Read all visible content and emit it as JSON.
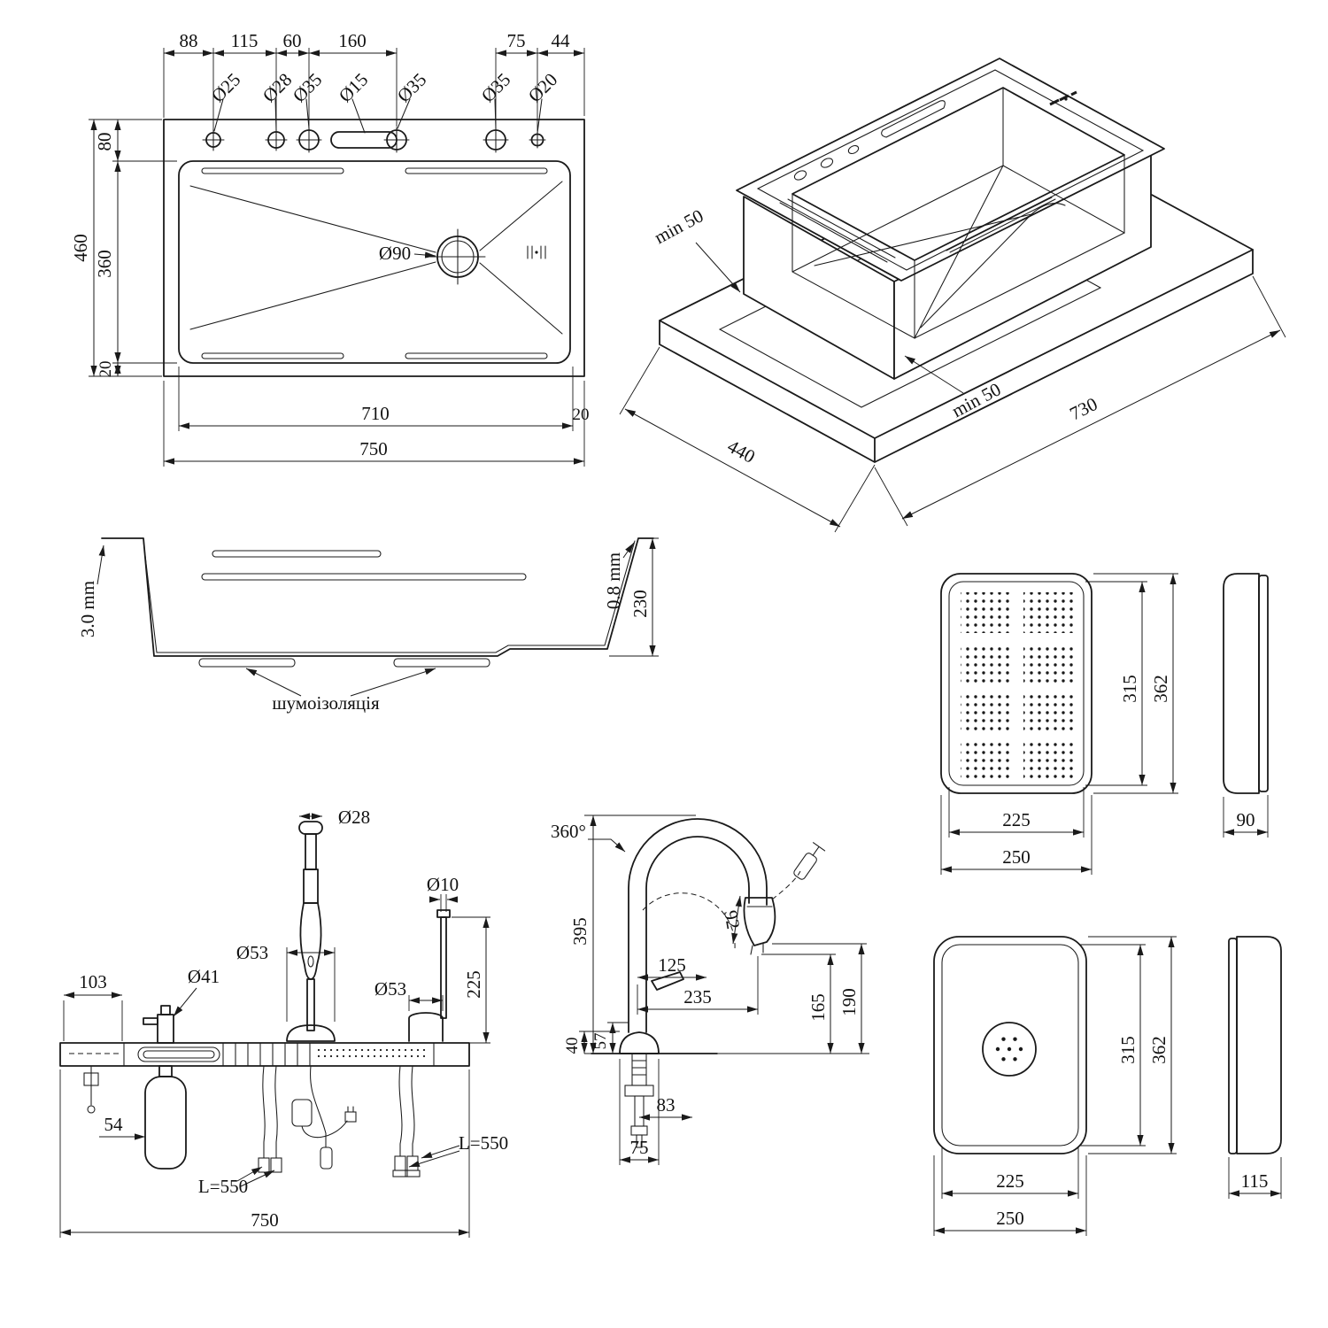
{
  "drawing": {
    "background": "#ffffff",
    "line_color": "#1a1a1a"
  },
  "top_view": {
    "spacing_dims": [
      "88",
      "115",
      "60",
      "160",
      "75",
      "44"
    ],
    "hole_diameters": [
      "Ø25",
      "Ø28",
      "Ø35",
      "Ø15",
      "Ø35",
      "Ø35",
      "Ø20"
    ],
    "rim_offset_top": "80",
    "bowl_height": "360",
    "rim_offset_bottom": "20",
    "total_height": "460",
    "drain_diameter": "Ø90",
    "bowl_length": "710",
    "rim_offset_right": "20",
    "total_length": "750"
  },
  "iso_view": {
    "min_clearance_left": "min 50",
    "min_clearance_right": "min 50",
    "cutout_depth": "440",
    "cutout_length": "730"
  },
  "section_view": {
    "pad_thickness": "3.0 mm",
    "wall_thickness": "0.8 mm",
    "bowl_depth": "230",
    "insulation_label": "шумоізоляція"
  },
  "colander": {
    "inner_height": "315",
    "outer_height": "362",
    "inner_width": "225",
    "outer_width": "250",
    "side_depth": "90"
  },
  "tray": {
    "inner_height": "315",
    "outer_height": "362",
    "inner_width": "225",
    "outer_width": "250",
    "side_depth": "115"
  },
  "faucet_front": {
    "tank_width": "103",
    "dispenser_diameter": "Ø41",
    "spout_diameter": "Ø28",
    "escutcheon_diameter_left": "Ø53",
    "escutcheon_diameter_right": "Ø53",
    "purifier_diameter": "Ø10",
    "purifier_height": "225",
    "bottle_width": "54",
    "hose_length_left": "L=550",
    "hose_length_right": "L=550",
    "total_width": "750"
  },
  "faucet_side": {
    "swivel_angle": "360°",
    "spout_height": "395",
    "head_length": "92",
    "swivel_radius": "125",
    "spout_reach": "235",
    "outlet_height": "165",
    "head_top_height": "190",
    "body_height": "57",
    "base_height": "40",
    "tail_offset": "83",
    "base_width": "75"
  }
}
